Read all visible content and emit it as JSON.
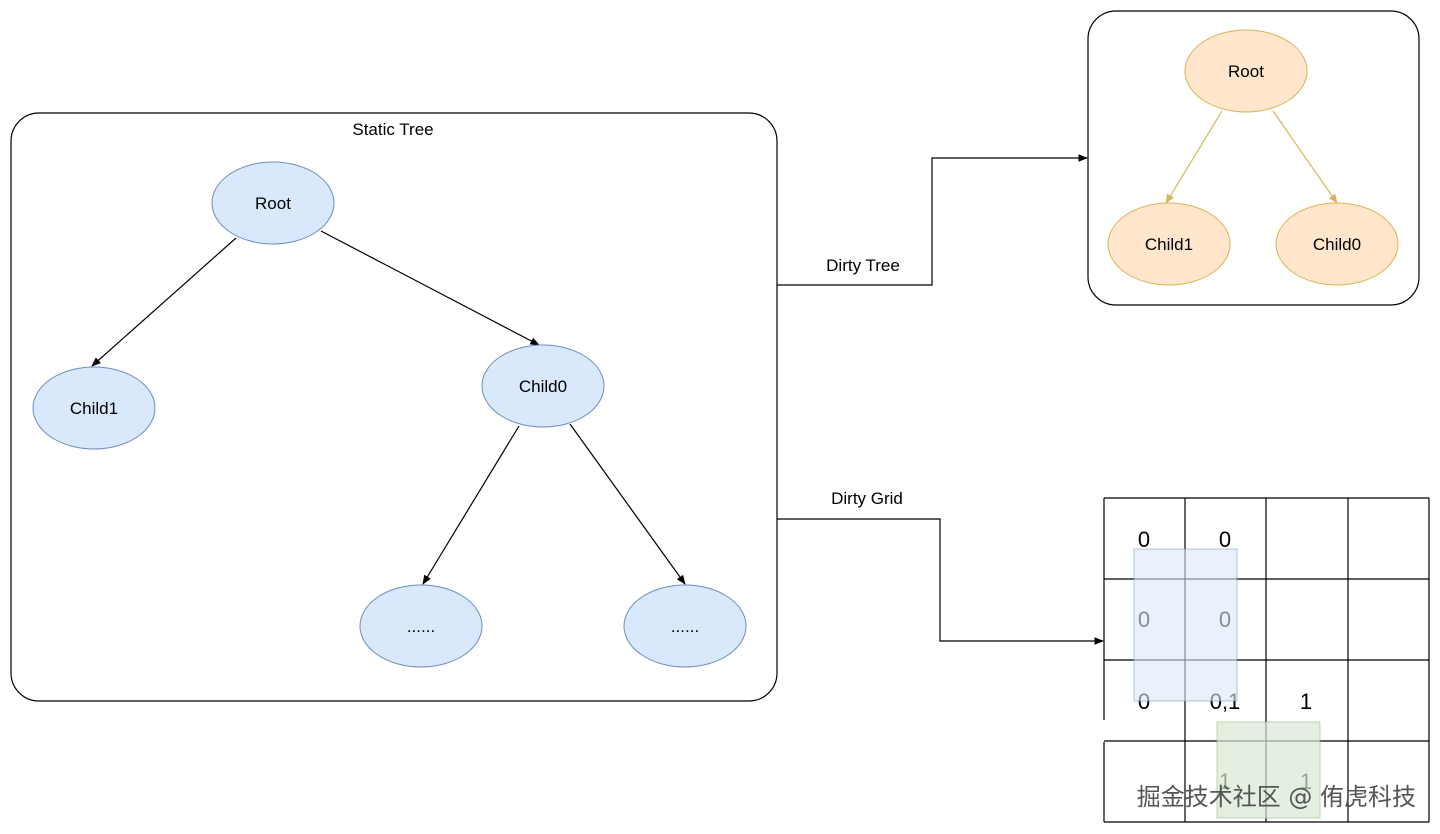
{
  "static_tree": {
    "title": "Static Tree",
    "nodes": {
      "root": "Root",
      "child1": "Child1",
      "child0": "Child0",
      "grandchild_left": "......",
      "grandchild_right": "......"
    }
  },
  "dirty_tree": {
    "edge_label": "Dirty Tree",
    "nodes": {
      "root": "Root",
      "child1": "Child1",
      "child0": "Child0"
    }
  },
  "dirty_grid": {
    "edge_label": "Dirty Grid",
    "cells": {
      "r0c0": "0",
      "r0c1": "0",
      "r1c0": "0",
      "r1c1": "0",
      "r2c0": "0",
      "r2c1": "0,1",
      "r2c2": "1",
      "r3c1": "1",
      "r3c2": "1"
    }
  },
  "colors": {
    "static_node_fill": "#dae8fc",
    "static_node_stroke": "#6c8ebf",
    "dirty_node_fill": "#ffe6cc",
    "dirty_node_stroke": "#d6b656",
    "dirty_edge": "#d6b656",
    "overlay_blue": "#dae8fc",
    "overlay_green": "#d5e8d4"
  },
  "watermark": "掘金技术社区 @ 侑虎科技"
}
